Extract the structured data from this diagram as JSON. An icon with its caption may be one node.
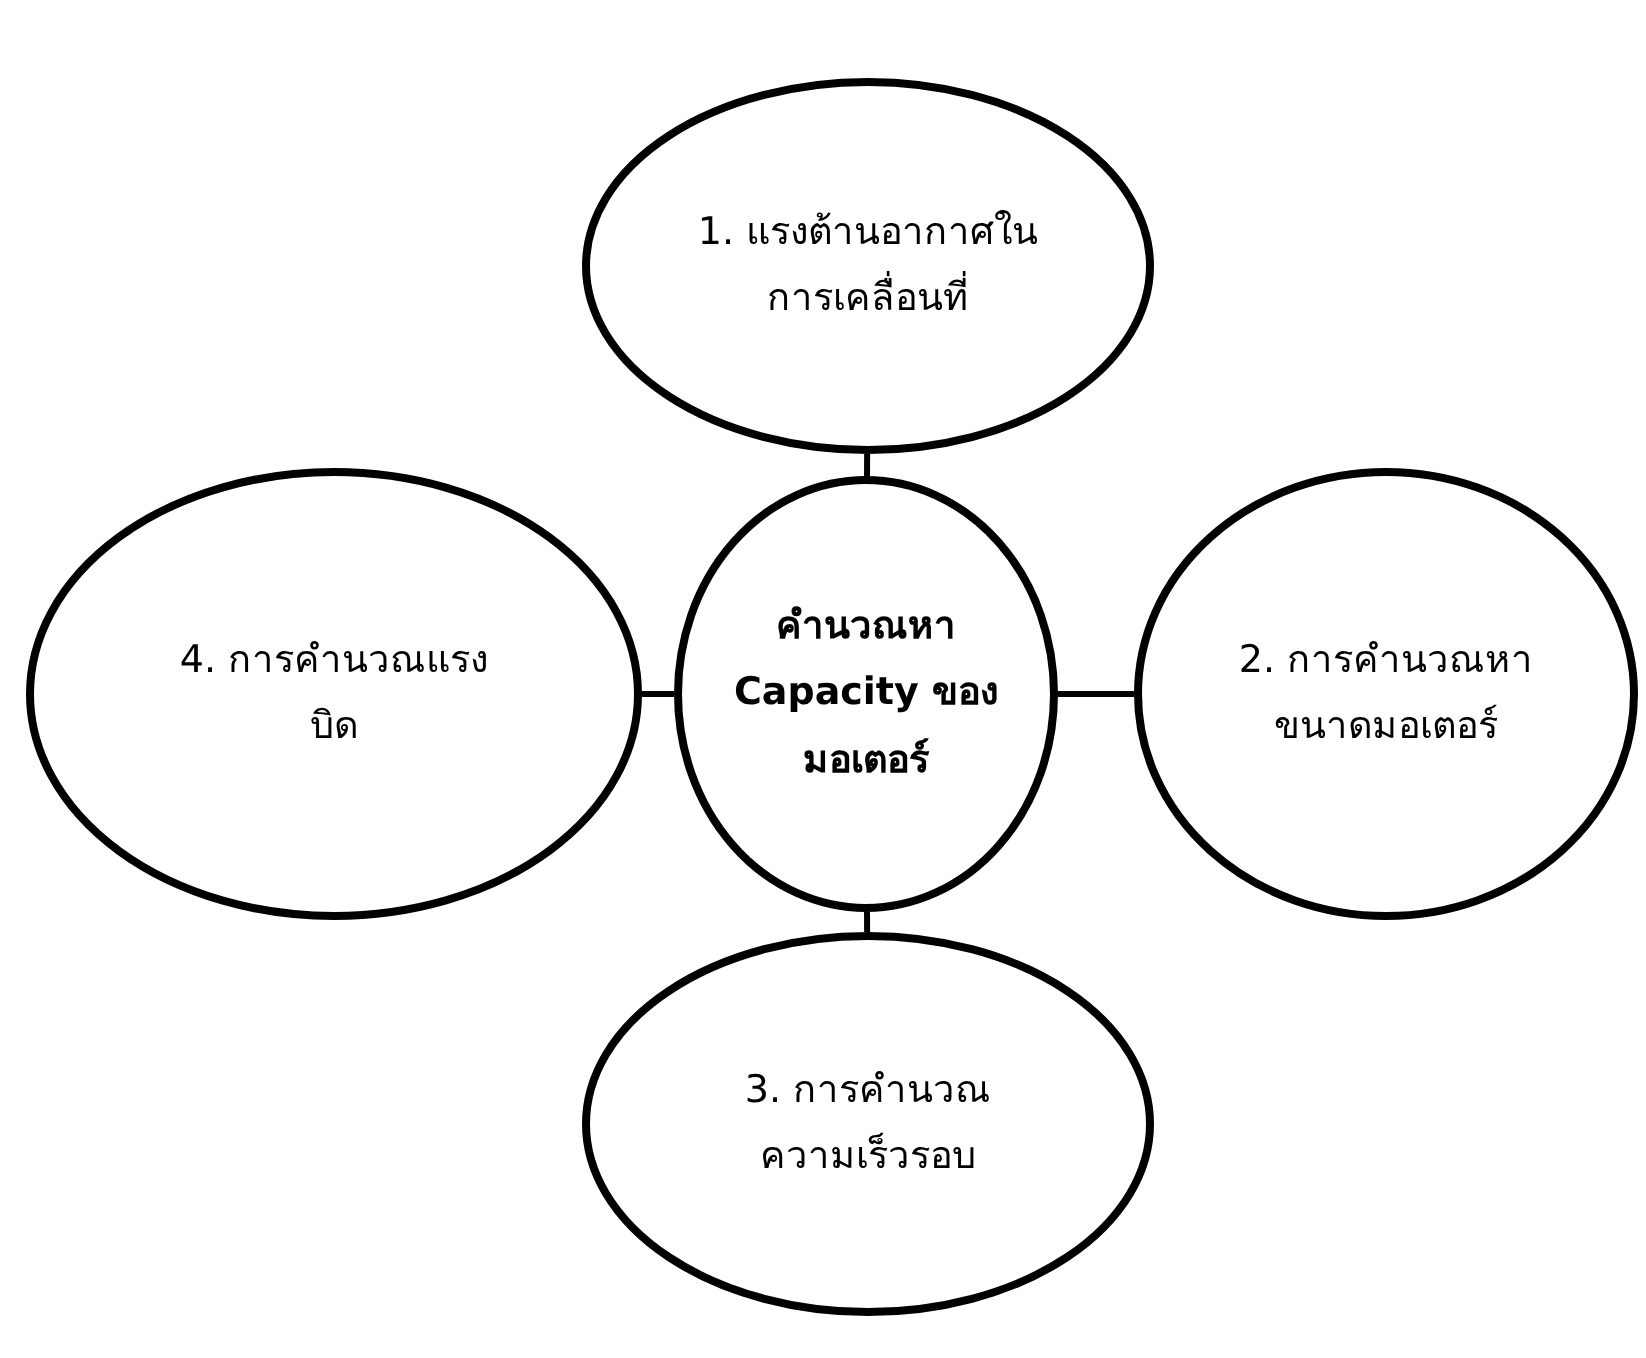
{
  "diagram": {
    "nodes": [
      {
        "text": [
          "1. แรงต้านอากาศในการเคลื่อนที่"
        ]
      },
      {
        "text": [
          "4. การคำนวณแรงบิด"
        ]
      },
      {
        "text": [
          "คำนวณหา Capacity ของมอเตอร์"
        ]
      },
      {
        "text": [
          "2. การคำนวณหาขนาดมอเตอร์"
        ]
      },
      {
        "text": [
          "3. การคำนวณความเร็วรอบ"
        ]
      }
    ],
    "edges": [
      {
        "from": 2,
        "to": 0,
        "arrow": "none"
      },
      {
        "from": 2,
        "to": 3,
        "arrow": "none"
      },
      {
        "from": 2,
        "to": 4,
        "arrow": "none"
      },
      {
        "from": 2,
        "to": 1,
        "arrow": "none"
      }
    ]
  }
}
